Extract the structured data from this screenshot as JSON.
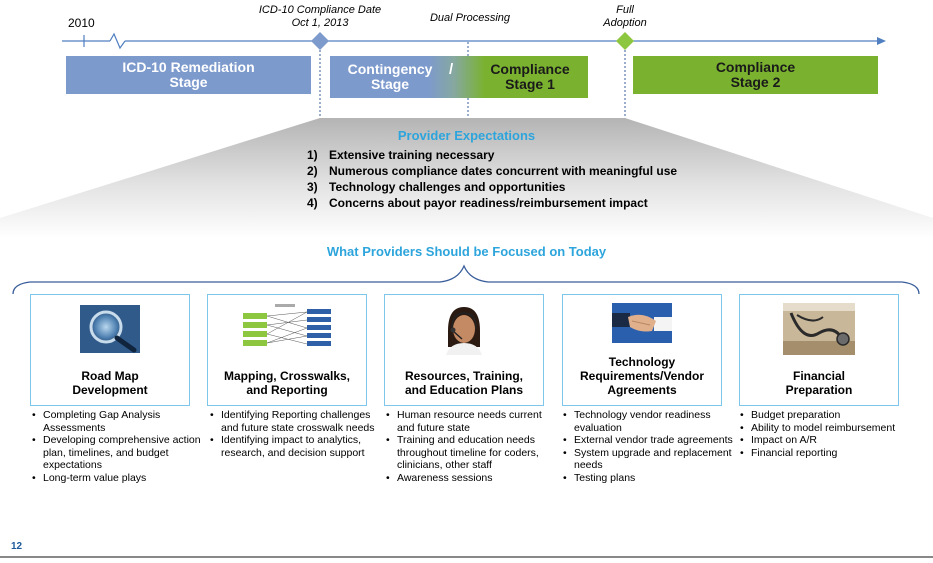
{
  "timeline": {
    "year": "2010",
    "compliance_date_line1": "ICD-10 Compliance Date",
    "compliance_date_line2": "Oct 1, 2013",
    "dual_processing": "Dual Processing",
    "full_adoption_line1": "Full",
    "full_adoption_line2": "Adoption"
  },
  "stages": {
    "remediation_line1": "ICD-10 Remediation",
    "remediation_line2": "Stage",
    "contingency_line1": "Contingency",
    "contingency_line2": "Stage",
    "separator": "/",
    "compliance1_line1": "Compliance",
    "compliance1_line2": "Stage 1",
    "compliance2_line1": "Compliance",
    "compliance2_line2": "Stage 2"
  },
  "colors": {
    "stage_blue": "#7d9acd",
    "stage_green": "#7ab22f",
    "accent_blue": "#2da5dc",
    "card_border": "#7ec7ea",
    "milestone_blue": "#7d9acd",
    "milestone_green": "#8dc63f"
  },
  "expectations": {
    "title": "Provider Expectations",
    "items": [
      {
        "num": "1)",
        "text": "Extensive training necessary"
      },
      {
        "num": "2)",
        "text": "Numerous compliance dates concurrent with meaningful use"
      },
      {
        "num": "3)",
        "text": "Technology challenges and opportunities"
      },
      {
        "num": "4)",
        "text": "Concerns about payor readiness/reimbursement impact"
      }
    ]
  },
  "focus": {
    "title": "What Providers Should be Focused on Today"
  },
  "cards": [
    {
      "title_lines": [
        "Road Map",
        "Development"
      ],
      "icon": "magnifier-image",
      "bullets": [
        "Completing Gap Analysis Assessments",
        "Developing comprehensive action plan, timelines, and budget expectations",
        "Long-term value plays"
      ]
    },
    {
      "title_lines": [
        "Mapping, Crosswalks,",
        "and Reporting"
      ],
      "icon": "crosswalk-diagram-image",
      "bullets": [
        "Identifying Reporting challenges and future state crosswalk needs",
        "Identifying impact to analytics, research, and decision support"
      ]
    },
    {
      "title_lines": [
        "Resources, Training,",
        "and Education Plans"
      ],
      "icon": "headset-person-image",
      "bullets": [
        "Human resource needs current and future state",
        "Training and education needs throughout timeline for coders, clinicians, other staff",
        "Awareness sessions"
      ]
    },
    {
      "title_lines": [
        "Technology",
        "Requirements/Vendor",
        "Agreements"
      ],
      "icon": "handshake-image",
      "bullets": [
        "Technology vendor readiness evaluation",
        "External vendor trade agreements",
        "System upgrade and replacement needs",
        "Testing plans"
      ]
    },
    {
      "title_lines": [
        "Financial",
        "Preparation"
      ],
      "icon": "stethoscope-image",
      "bullets": [
        "Budget preparation",
        "Ability to model reimbursement",
        "Impact on A/R",
        "Financial reporting"
      ]
    }
  ],
  "footer": {
    "page_number": "12"
  }
}
